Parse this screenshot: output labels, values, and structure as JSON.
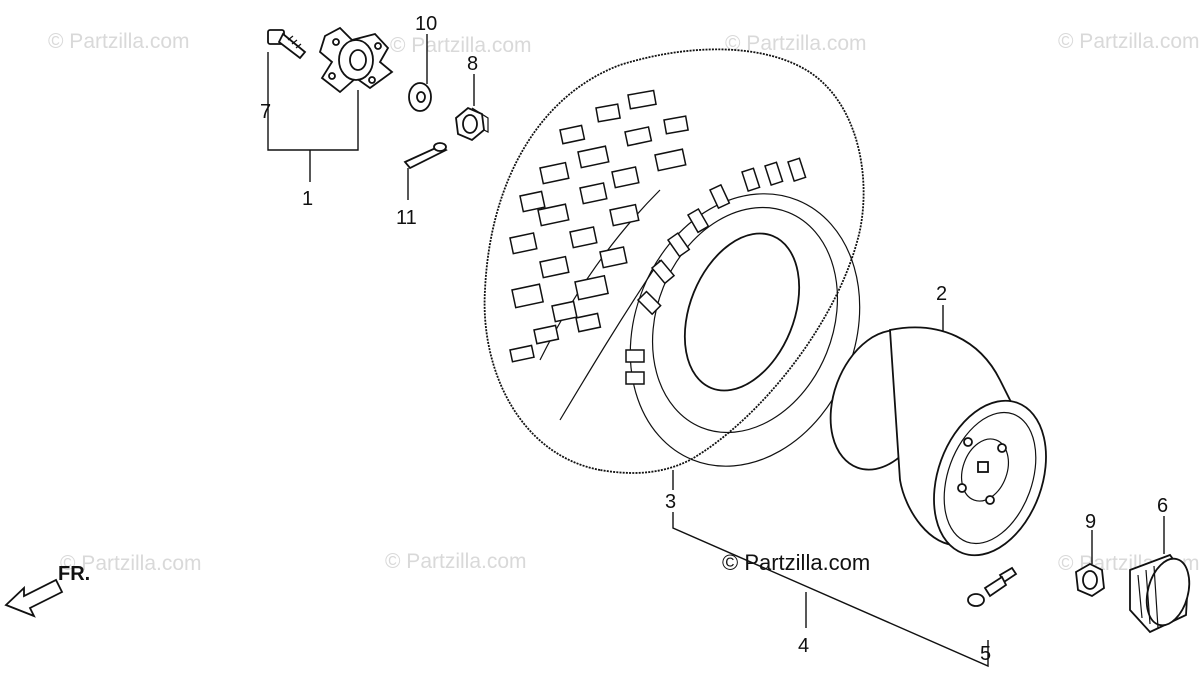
{
  "watermark_text": "© Partzilla.com",
  "copyright_text": "© Partzilla.com",
  "direction_label": "FR.",
  "callouts": [
    "1",
    "2",
    "3",
    "4",
    "5",
    "6",
    "7",
    "8",
    "9",
    "10",
    "11"
  ]
}
